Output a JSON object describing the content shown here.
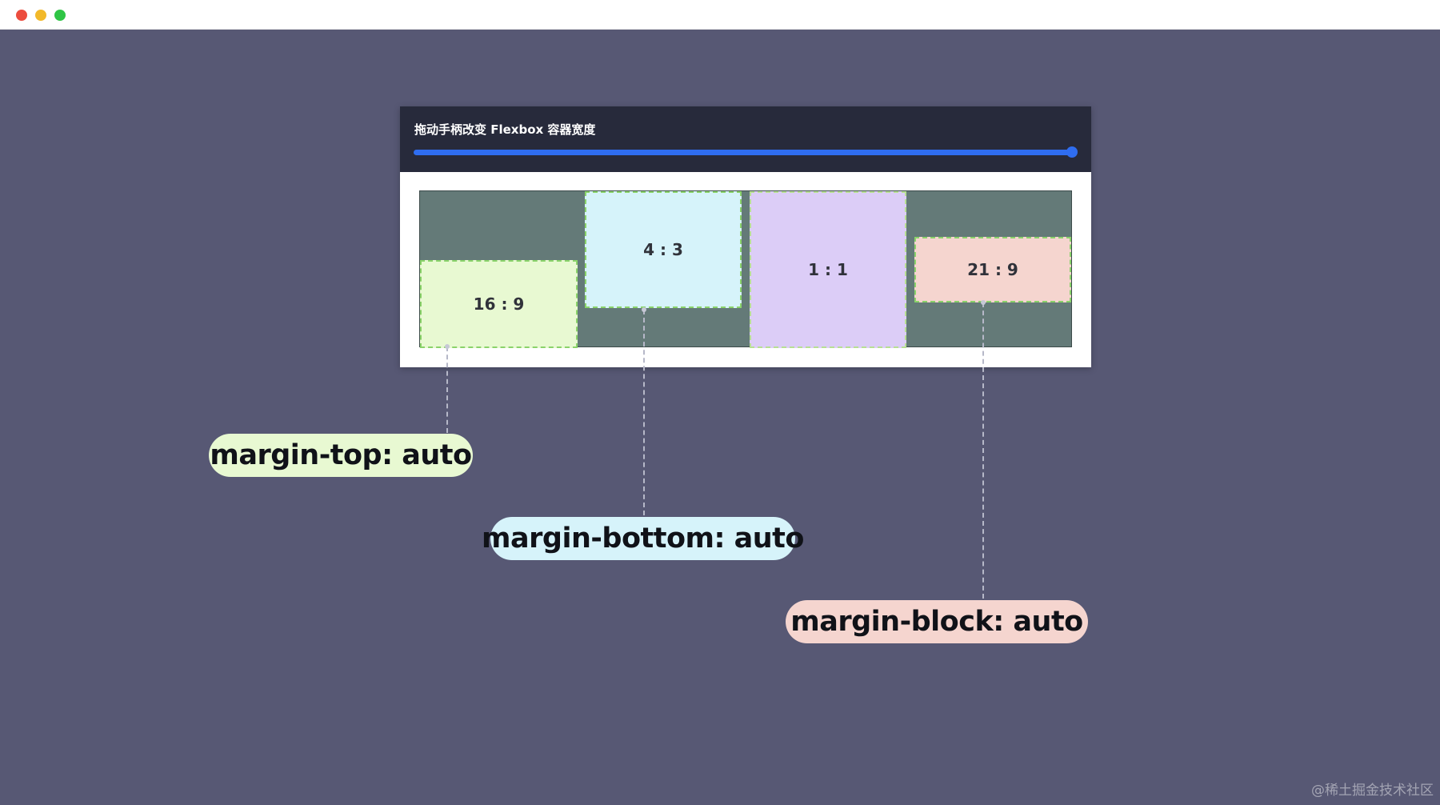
{
  "window": {
    "controls": [
      "close",
      "minimize",
      "maximize"
    ],
    "colors": {
      "close": "#ec4d3e",
      "minimize": "#f2b92a",
      "maximize": "#2fc545"
    }
  },
  "demo": {
    "title": "拖动手柄改变 Flexbox 容器宽度",
    "slider": {
      "value_fraction": 1.0,
      "color": "#2f6df0"
    },
    "items": [
      {
        "label": "16 : 9",
        "color": "#e8f9d2"
      },
      {
        "label": "4 : 3",
        "color": "#d6f3fa"
      },
      {
        "label": "1 : 1",
        "color": "#dccdf7"
      },
      {
        "label": "21 : 9",
        "color": "#f5d5cf"
      }
    ]
  },
  "annotations": [
    {
      "label": "margin-top: auto",
      "color": "#e8f9d2"
    },
    {
      "label": "margin-bottom: auto",
      "color": "#d6f3fa"
    },
    {
      "label": "margin-block: auto",
      "color": "#f5d5cf"
    }
  ],
  "watermark": "@稀土掘金技术社区"
}
